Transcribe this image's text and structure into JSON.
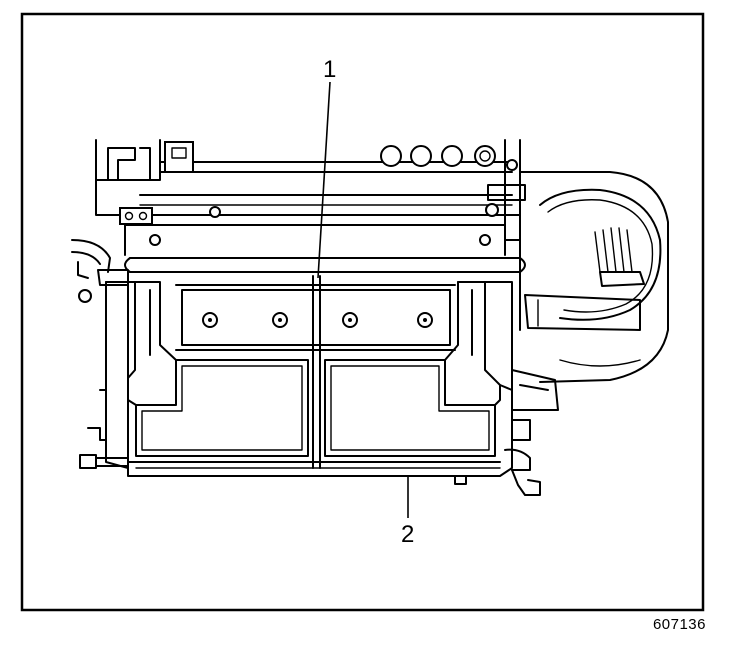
{
  "callouts": [
    {
      "id": "1",
      "label": "1"
    },
    {
      "id": "2",
      "label": "2"
    }
  ],
  "figure_id": "607136",
  "colors": {
    "ink": "#000000",
    "paper": "#ffffff"
  }
}
